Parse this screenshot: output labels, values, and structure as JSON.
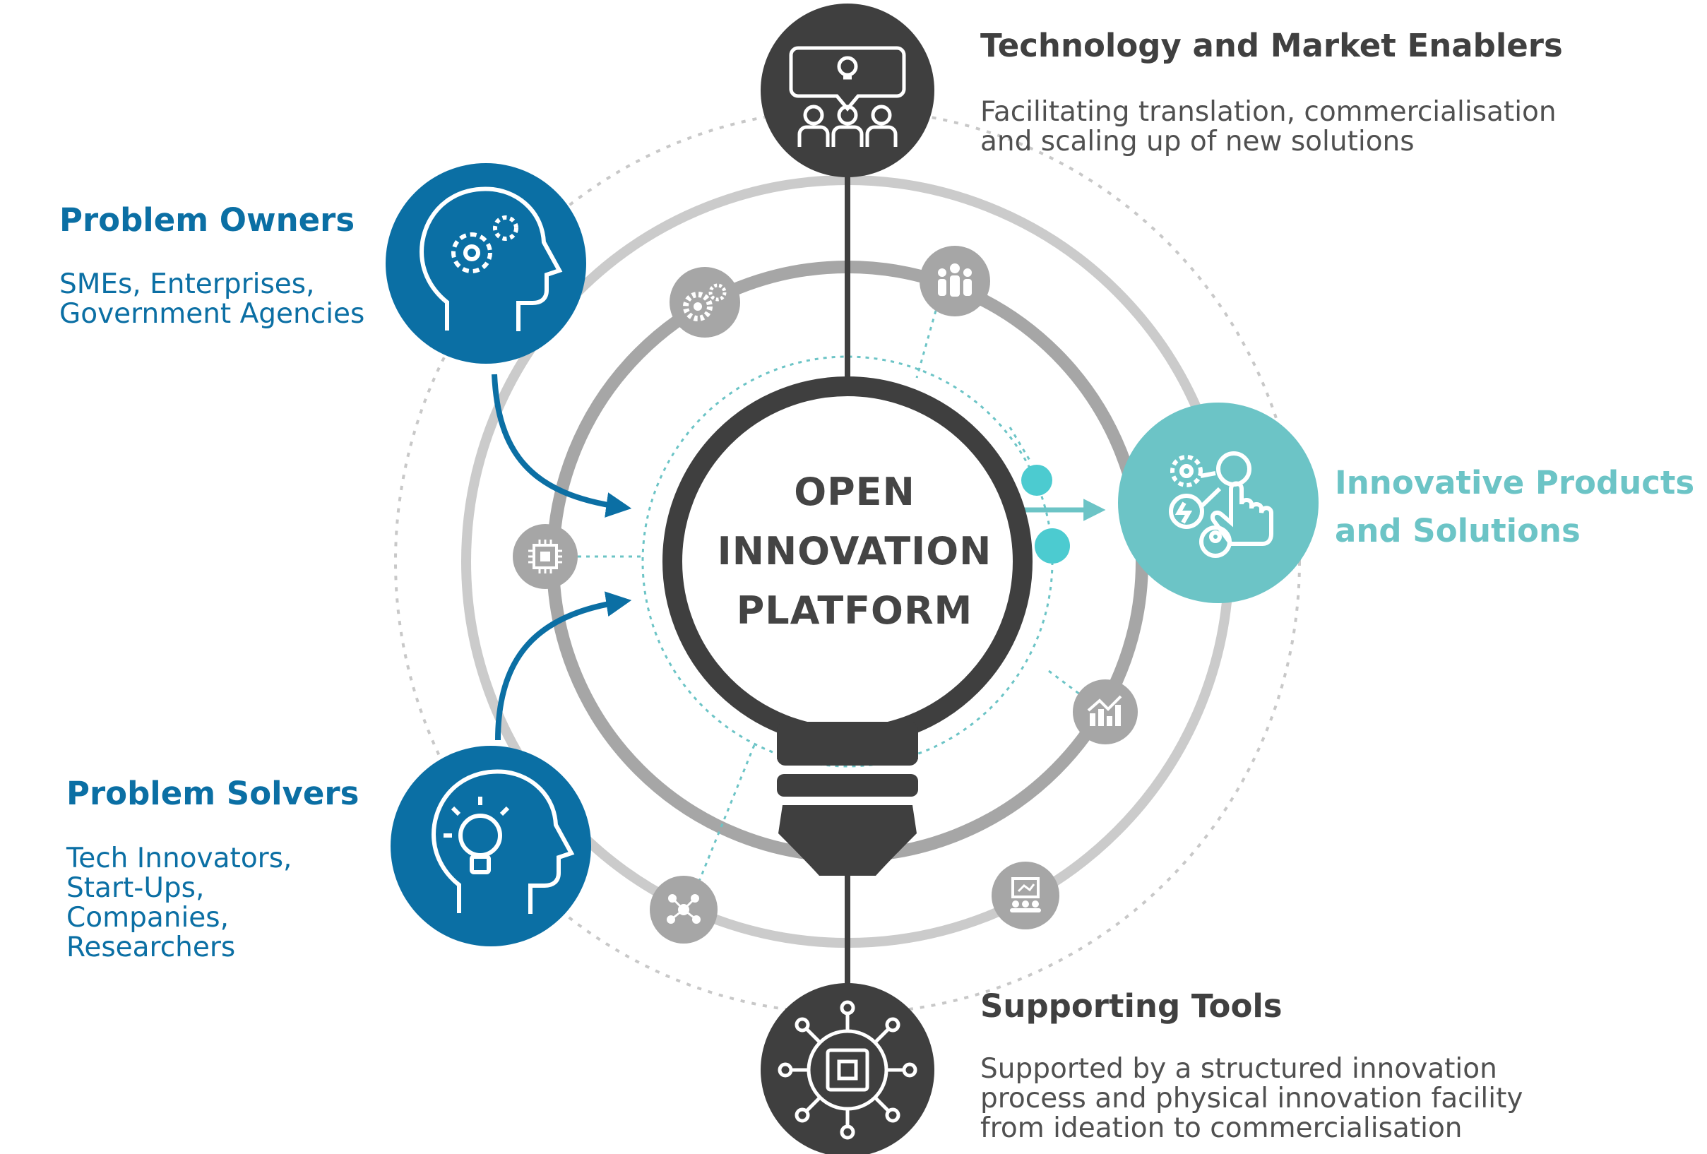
{
  "center": {
    "lines": [
      "OPEN",
      "INNOVATION",
      "PLATFORM"
    ]
  },
  "nodes": {
    "technology": {
      "title": "Technology and Market Enablers",
      "lines": [
        "Facilitating translation, commercialisation",
        "and scaling up of new solutions"
      ],
      "icon": "team-meeting-idea-icon"
    },
    "problem_owners": {
      "title": "Problem Owners",
      "lines": [
        "SMEs, Enterprises,",
        "Government Agencies"
      ],
      "icon": "head-gears-icon"
    },
    "problem_solvers": {
      "title": "Problem Solvers",
      "lines": [
        "Tech Innovators,",
        "Start-Ups,",
        "Companies,",
        "Researchers"
      ],
      "icon": "head-lightbulb-icon"
    },
    "innovative": {
      "title_lines": [
        "Innovative Products",
        "and Solutions"
      ],
      "icon": "innovation-touch-icon"
    },
    "supporting": {
      "title": "Supporting Tools",
      "lines": [
        "Supported by a structured innovation",
        "process and physical innovation facility",
        "from ideation to commercialisation"
      ],
      "icon": "circuit-chip-icon"
    }
  },
  "small_icons": [
    "gears-icon",
    "people-group-icon",
    "microchip-icon",
    "growth-chart-icon",
    "network-people-icon",
    "presentation-icon"
  ],
  "colors": {
    "blue": "#0b6fa4",
    "teal": "#6cc4c6",
    "dark": "#3f3f3f",
    "gray": "#a6a6a6",
    "light_gray": "#c8c8c8"
  }
}
